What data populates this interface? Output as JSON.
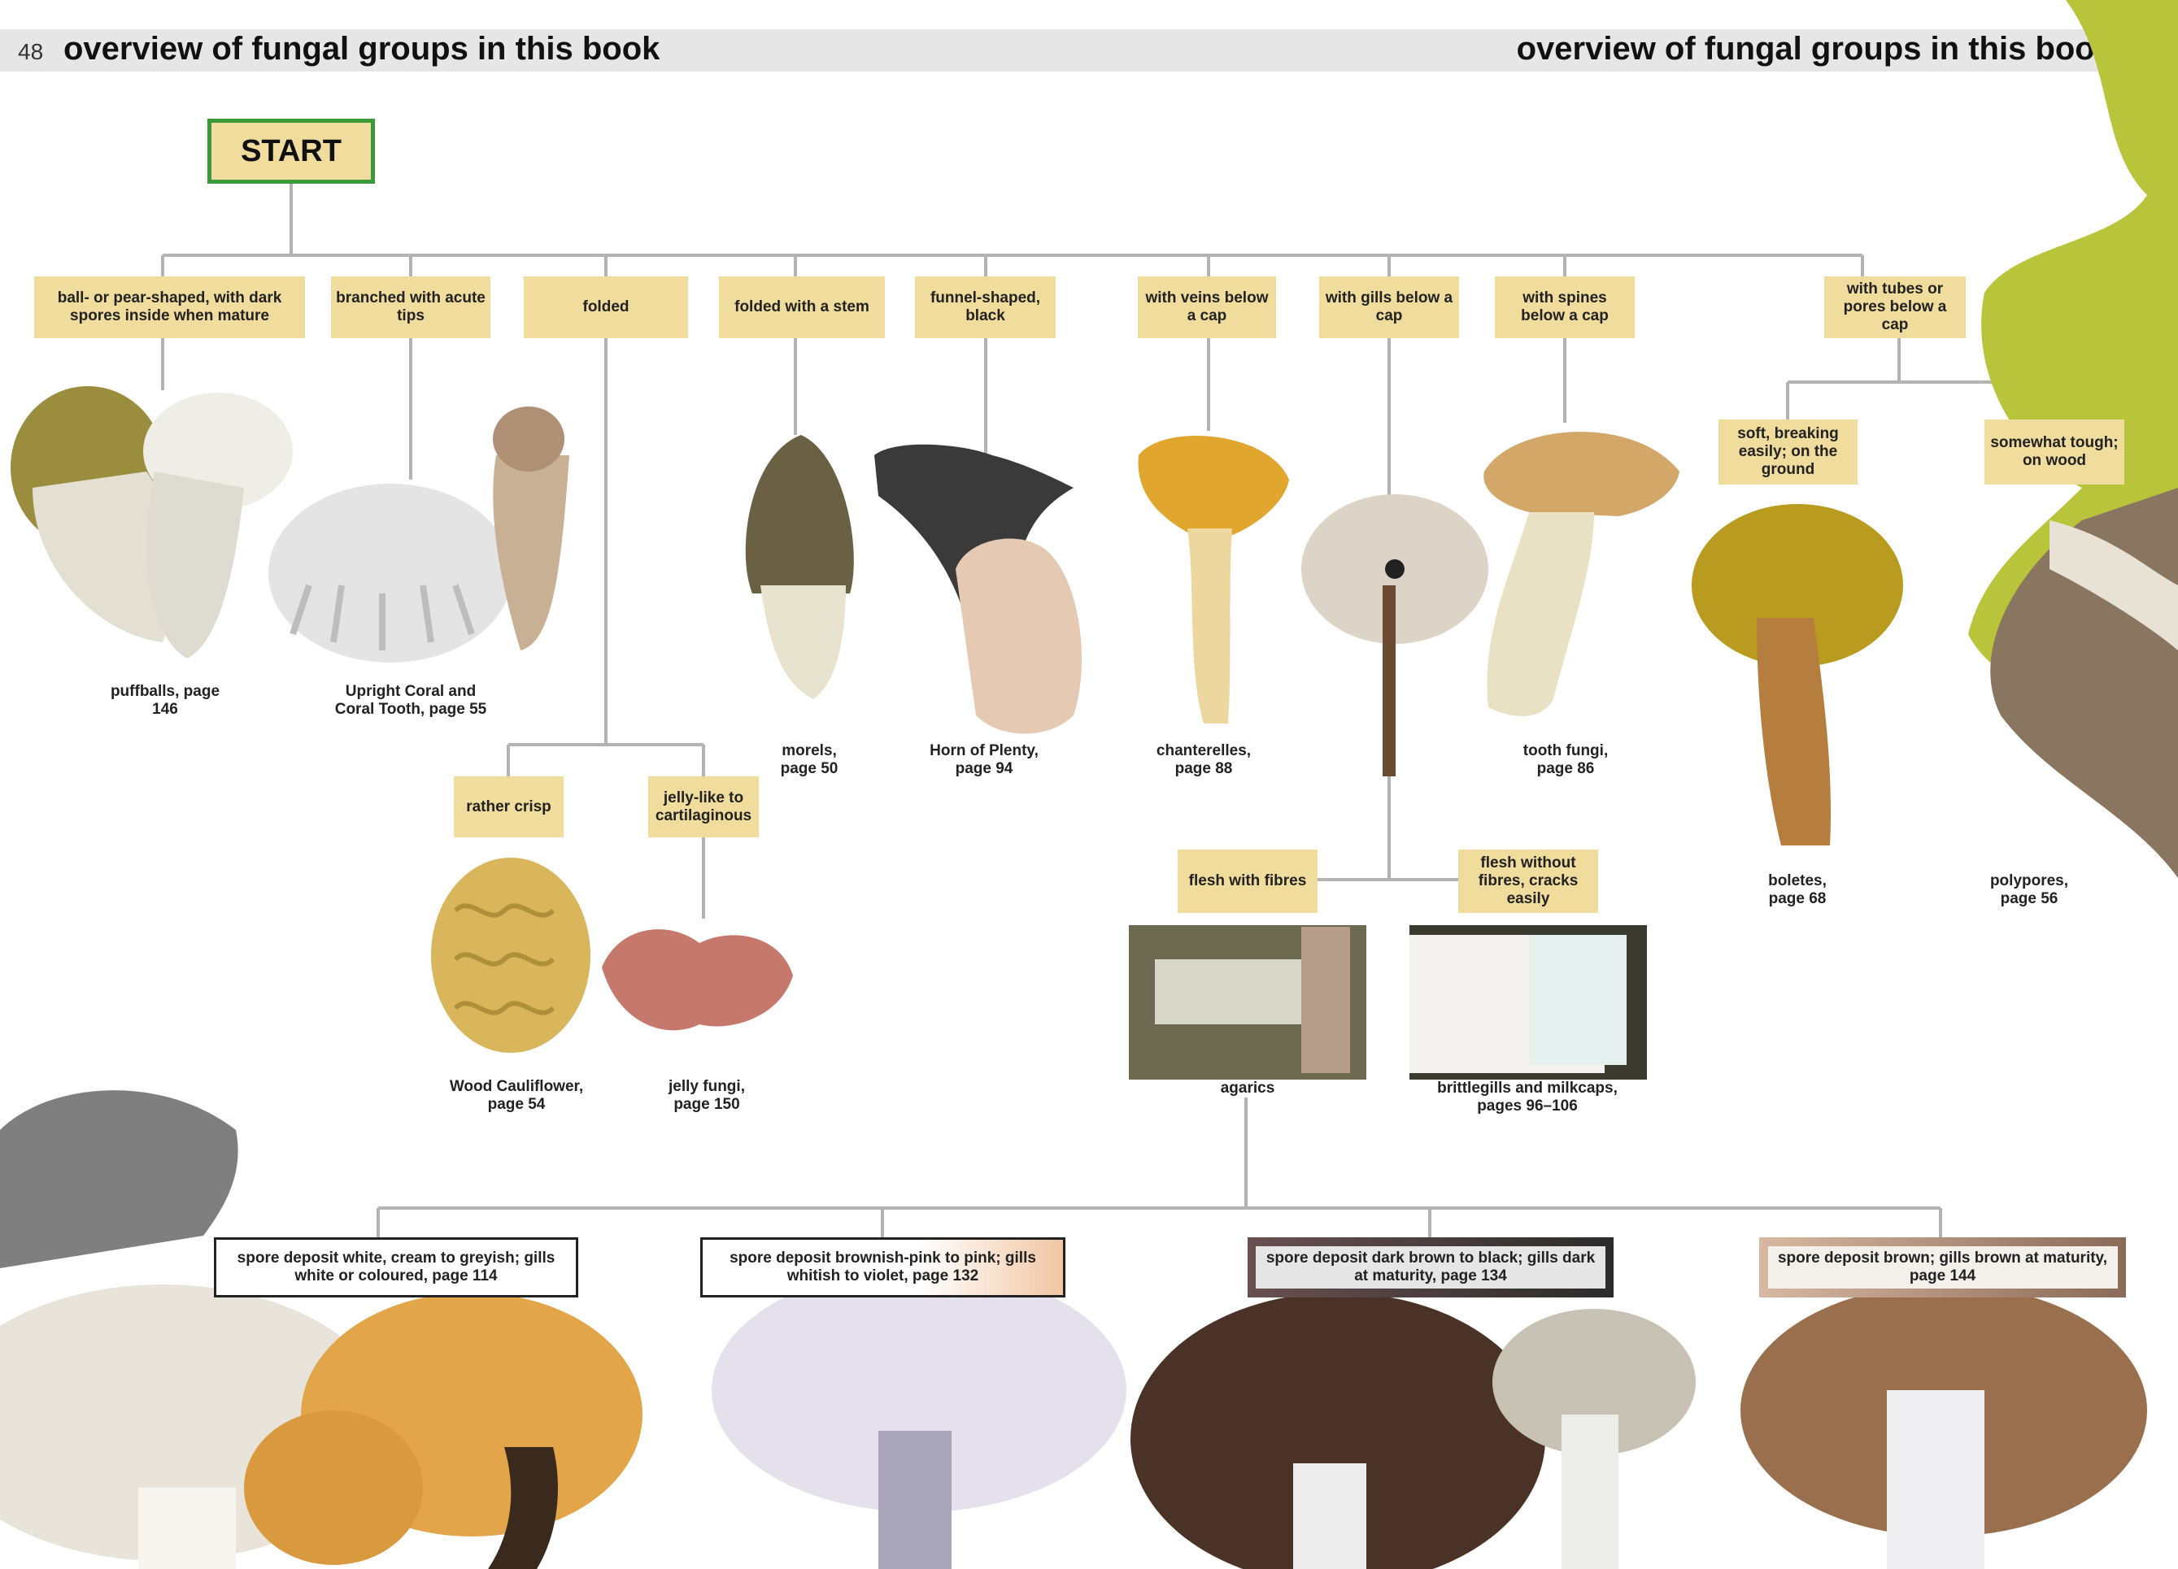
{
  "header": {
    "page_number": "48",
    "title_left": "overview of fungal groups in this book",
    "title_right": "overview of fungal groups in this book"
  },
  "start_label": "START",
  "categories": {
    "ball": "ball- or pear-shaped, with dark spores inside when mature",
    "branched": "branched with acute tips",
    "folded": "folded",
    "folded_stem": "folded with a stem",
    "funnel": "funnel-shaped, black",
    "veins": "with veins below a cap",
    "gills": "with gills below a cap",
    "spines": "with spines below a cap",
    "tubes": "with tubes or pores below a cap",
    "soft": "soft, breaking easily; on the ground",
    "tough": "somewhat tough; on wood",
    "crisp": "rather crisp",
    "jelly": "jelly-like to cartilaginous",
    "fibres": "flesh with fibres",
    "no_fibres": "flesh without fibres, cracks easily"
  },
  "captions": {
    "puffballs": "puffballs, page 146",
    "coral": "Upright Coral and Coral Tooth, page 55",
    "morels": "morels, page 50",
    "horn": "Horn of Plenty, page 94",
    "chanterelles": "chanterelles, page 88",
    "tooth": "tooth fungi, page 86",
    "boletes": "boletes, page 68",
    "polypores": "polypores, page 56",
    "cauliflower": "Wood Cauliflower, page 54",
    "jelly_fungi": "jelly fungi, page 150",
    "agarics": "agarics",
    "brittlegills": "brittlegills and milkcaps, pages 96–106"
  },
  "spore_boxes": {
    "white": "spore deposit white, cream to greyish; gills white or coloured, page 114",
    "pink": "spore deposit brownish-pink to pink; gills whitish to violet, page 132",
    "dark": "spore deposit dark brown to black; gills dark at maturity, page 134",
    "brown": "spore deposit brown; gills brown at maturity, page 144"
  },
  "colors": {
    "label_fill": "#f0dc9c",
    "start_border": "#3a9a3a",
    "connector": "#b3b3b3",
    "header_band": "#e6e6e6"
  }
}
